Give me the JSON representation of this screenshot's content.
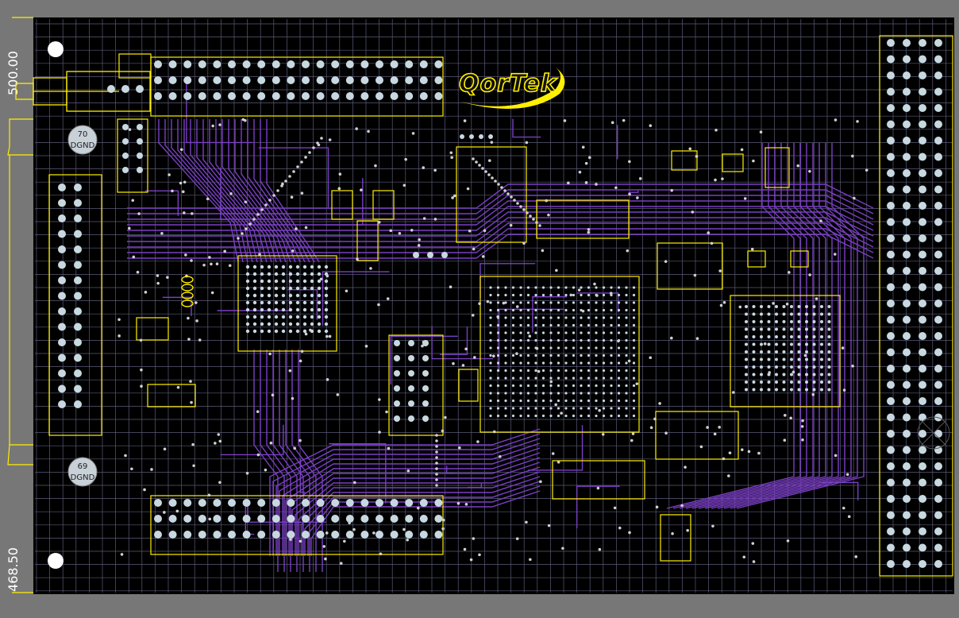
{
  "board": {
    "logo_text": "QorTek",
    "dimension_top": "500.00",
    "dimension_bottom": "468.50",
    "test_points": [
      {
        "number": "70",
        "net": "DGND"
      },
      {
        "number": "69",
        "net": "DGND"
      }
    ]
  },
  "colors": {
    "background_frame": "#777777",
    "board": "#000000",
    "grid": "#5a5a78",
    "silkscreen": "#ffef00",
    "trace": "#7a3fc4",
    "pad": "#c8d8e0",
    "via": "#d8d8d8"
  },
  "icons": [
    "mounting-hole-icon",
    "crosshair-icon",
    "coil-icon"
  ]
}
